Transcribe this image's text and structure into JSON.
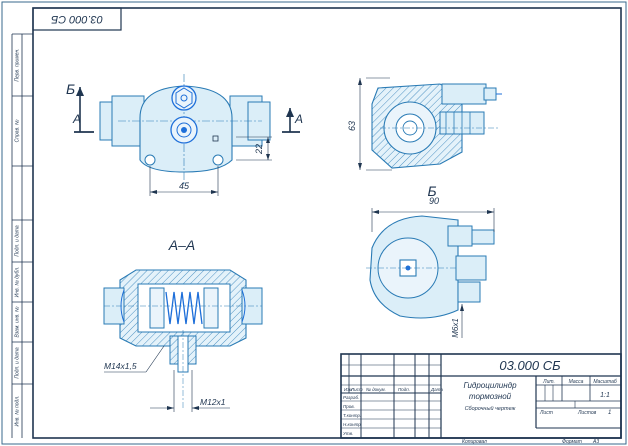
{
  "sheet": {
    "corner_code": "03.000 СБ",
    "side_labels": [
      "Перв. примен.",
      "Справ. №",
      "Подп. и дата",
      "Инв. № дубл.",
      "Взам. инв. №",
      "Подп. и дата",
      "Инв. № подл."
    ]
  },
  "views": {
    "section_mark_b": "Б",
    "section_mark_a_left": "А",
    "section_mark_a_right": "А",
    "section_title": "А–А",
    "view_b_title": "Б",
    "dim_45": "45",
    "dim_22": "22",
    "dim_63": "63",
    "dim_90": "90",
    "thread_m14": "М14х1,5",
    "thread_m12": "М12х1",
    "thread_m6": "М6х1"
  },
  "title_block": {
    "document_code": "03.000 СБ",
    "name_line1": "Гидроцилиндр",
    "name_line2": "тормозной",
    "doc_type": "Сборочный чертеж",
    "rev_headers": [
      "Изм",
      "Лист",
      "№ докум.",
      "Подп.",
      "Дата"
    ],
    "role_labels": [
      "Разраб.",
      "Пров.",
      "Т.контр.",
      "Н.контр.",
      "Утв."
    ],
    "lit_header": "Лит.",
    "mass_header": "Масса",
    "scale_header": "Масштаб",
    "scale_value": "1:1",
    "sheet_label": "Лист",
    "sheets_label": "Листов",
    "sheets_value": "1",
    "copied_label": "Копировал",
    "format_label": "Формат",
    "format_value": "А3"
  },
  "colors": {
    "ink": "#1f3550",
    "line_blue": "#2a7bb5",
    "fill_blue": "#dbeef8",
    "bright_blue": "#1e6fd9"
  }
}
